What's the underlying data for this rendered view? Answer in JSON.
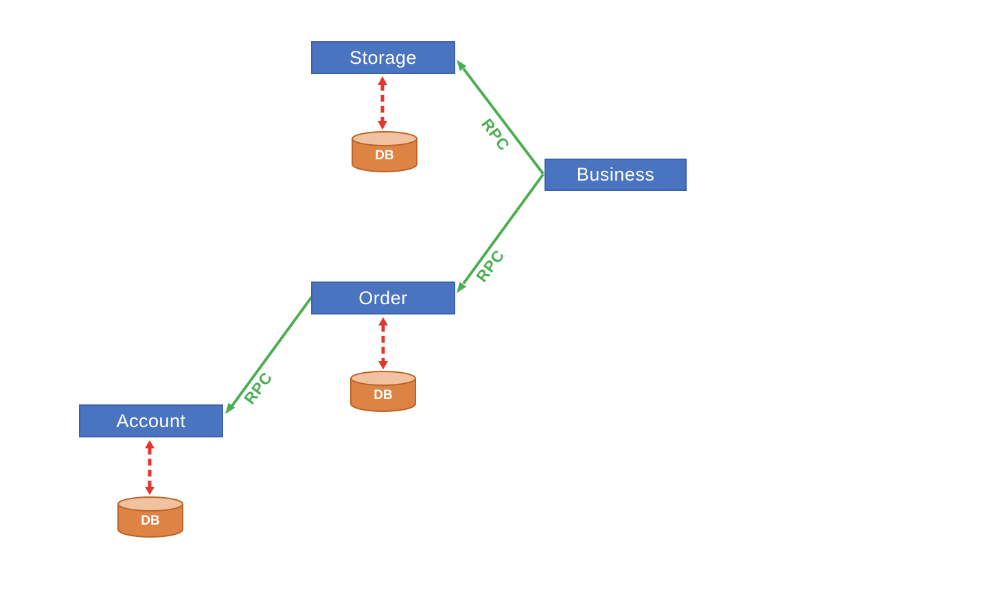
{
  "diagram": {
    "nodes": {
      "storage": {
        "label": "Storage"
      },
      "business": {
        "label": "Business"
      },
      "order": {
        "label": "Order"
      },
      "account": {
        "label": "Account"
      }
    },
    "databases": {
      "storage_db": {
        "label": "DB"
      },
      "order_db": {
        "label": "DB"
      },
      "account_db": {
        "label": "DB"
      }
    },
    "edges": {
      "business_to_storage": {
        "label": "RPC",
        "from": "Business",
        "to": "Storage",
        "style": "solid-green-arrow"
      },
      "business_to_order": {
        "label": "RPC",
        "from": "Business",
        "to": "Order",
        "style": "solid-green-arrow"
      },
      "order_to_account": {
        "label": "RPC",
        "from": "Order",
        "to": "Account",
        "style": "solid-green-arrow"
      },
      "storage_to_db": {
        "from": "Storage",
        "to": "DB",
        "style": "dashed-red-double-arrow"
      },
      "order_to_db": {
        "from": "Order",
        "to": "DB",
        "style": "dashed-red-double-arrow"
      },
      "account_to_db": {
        "from": "Account",
        "to": "DB",
        "style": "dashed-red-double-arrow"
      }
    },
    "icons": {
      "database": "database-cylinder-icon"
    },
    "colors": {
      "canvas_bg": "#ffffff",
      "node_fill": "#4a73c0",
      "node_border": "#3a62ae",
      "node_text": "#ffffff",
      "db_body": "#dd8344",
      "db_top": "#f0c29f",
      "db_border": "#bd6326",
      "db_text": "#ffffff",
      "rpc_green": "#4bae51",
      "link_red": "#e5352f"
    }
  }
}
